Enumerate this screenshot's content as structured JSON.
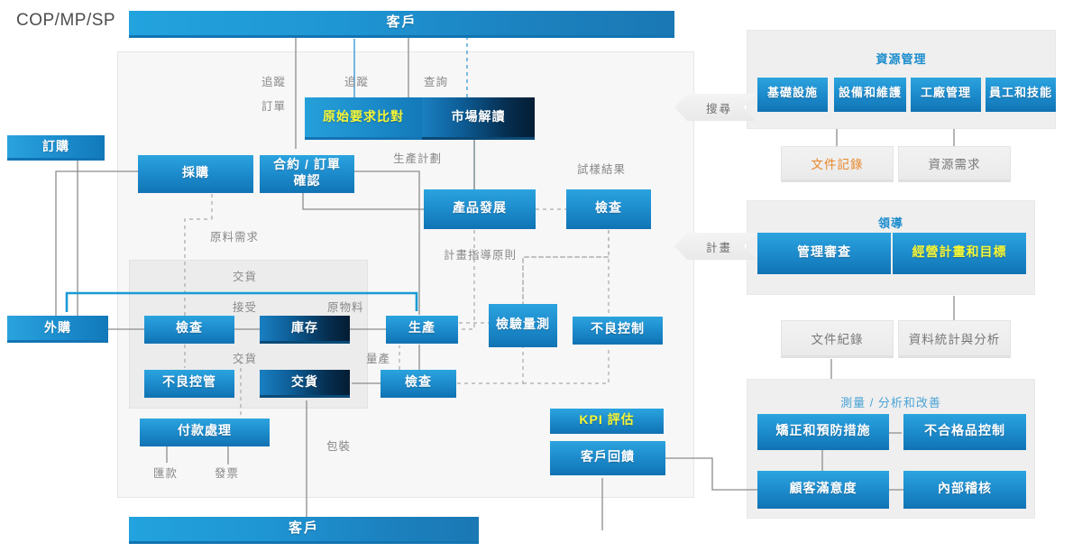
{
  "diagram": {
    "corner_label": "COP/MP/SP",
    "top_bar": {
      "label": "客戶"
    },
    "bottom_bar": {
      "label": "客戶"
    },
    "left_boxes": [
      {
        "id": "order",
        "label": "訂購"
      },
      {
        "id": "outsourcing",
        "label": "外購"
      }
    ],
    "core_boxes": [
      {
        "id": "raw-requirement-compare",
        "label": "原始要求比對",
        "style": "yellow"
      },
      {
        "id": "market-interpretation",
        "label": "市場解讀",
        "style": "dark"
      },
      {
        "id": "procurement",
        "label": "採購",
        "style": "normal"
      },
      {
        "id": "contract-order-confirm",
        "label": "合約 / 訂單\n確認",
        "line1": "合約 / 訂單",
        "line2": "確認",
        "style": "normal"
      },
      {
        "id": "product-development",
        "label": "產品發展",
        "style": "normal"
      },
      {
        "id": "inspection-trial",
        "label": "檢查",
        "style": "normal"
      },
      {
        "id": "incoming-inspection",
        "label": "檢查",
        "style": "normal"
      },
      {
        "id": "inventory",
        "label": "庫存",
        "style": "dark"
      },
      {
        "id": "production",
        "label": "生產",
        "style": "normal"
      },
      {
        "id": "inspect-measure",
        "label": "檢驗量測",
        "style": "normal"
      },
      {
        "id": "defect-control",
        "label": "不良控制",
        "style": "normal"
      },
      {
        "id": "defect-management",
        "label": "不良控管",
        "style": "normal"
      },
      {
        "id": "delivery",
        "label": "交貨",
        "style": "dark"
      },
      {
        "id": "final-inspection",
        "label": "檢查",
        "style": "normal"
      },
      {
        "id": "payment-processing",
        "label": "付款處理",
        "style": "normal"
      },
      {
        "id": "kpi-evaluation",
        "label": "KPI 評估",
        "style": "yellow"
      },
      {
        "id": "customer-feedback",
        "label": "客戶回饋",
        "style": "normal"
      }
    ],
    "flow_labels": [
      {
        "id": "track",
        "text": "追蹤"
      },
      {
        "id": "order-note",
        "text": "訂單"
      },
      {
        "id": "track2",
        "text": "追蹤"
      },
      {
        "id": "inquiry",
        "text": "查詢"
      },
      {
        "id": "prod-plan",
        "text": "生產計劃"
      },
      {
        "id": "trial-result",
        "text": "試樣結果"
      },
      {
        "id": "material-req",
        "text": "原料需求"
      },
      {
        "id": "plan-guide",
        "text": "計畫指導原則"
      },
      {
        "id": "delivery-1",
        "text": "交貨"
      },
      {
        "id": "accept",
        "text": "接受"
      },
      {
        "id": "raw-material",
        "text": "原物料"
      },
      {
        "id": "delivery-2",
        "text": "交貨"
      },
      {
        "id": "mass-prod",
        "text": "量產"
      },
      {
        "id": "packaging",
        "text": "包裝"
      },
      {
        "id": "remittance",
        "text": "匯款"
      },
      {
        "id": "invoice",
        "text": "發票"
      }
    ],
    "chevrons": [
      {
        "id": "search",
        "label": "搜尋"
      },
      {
        "id": "plan",
        "label": "計畫"
      }
    ],
    "right_panels": [
      {
        "id": "resource-management",
        "title": "資源管理",
        "boxes": [
          {
            "id": "infrastructure",
            "label": "基礎設施"
          },
          {
            "id": "equipment-maintenance",
            "label": "設備和維護"
          },
          {
            "id": "factory-management",
            "label": "工廠管理"
          },
          {
            "id": "staff-skills",
            "label": "員工和技能"
          }
        ]
      },
      {
        "id": "leadership",
        "title": "領導",
        "boxes": [
          {
            "id": "management-review",
            "label": "管理審查",
            "style": "normal"
          },
          {
            "id": "business-plan-goals",
            "label": "經營計畫和目標",
            "style": "yellow"
          }
        ]
      },
      {
        "id": "measure-analyze-improve",
        "title": "測量 / 分析和改善",
        "boxes": [
          {
            "id": "corrective-preventive-action",
            "label": "矯正和預防措施"
          },
          {
            "id": "nonconforming-product-control",
            "label": "不合格品控制"
          },
          {
            "id": "customer-satisfaction",
            "label": "顧客滿意度"
          },
          {
            "id": "internal-audit",
            "label": "內部稽核"
          }
        ]
      }
    ],
    "soft_boxes": [
      {
        "id": "document-record-1",
        "label": "文件記錄",
        "style": "orange"
      },
      {
        "id": "resource-demand",
        "label": "資源需求",
        "style": "normal"
      },
      {
        "id": "document-record-2",
        "label": "文件紀錄",
        "style": "normal"
      },
      {
        "id": "data-statistics",
        "label": "資料統計與分析",
        "style": "normal"
      }
    ],
    "colors": {
      "accent_blue": "#1b8ccd",
      "light_blue": "#2ba4de",
      "dark_navy": "#041d34",
      "highlight_yellow": "#f7f736",
      "orange": "#e8862a",
      "panel_grey": "#efefef",
      "main_panel": "#f7f7f7",
      "connector_grey": "#8c8c8c"
    }
  }
}
